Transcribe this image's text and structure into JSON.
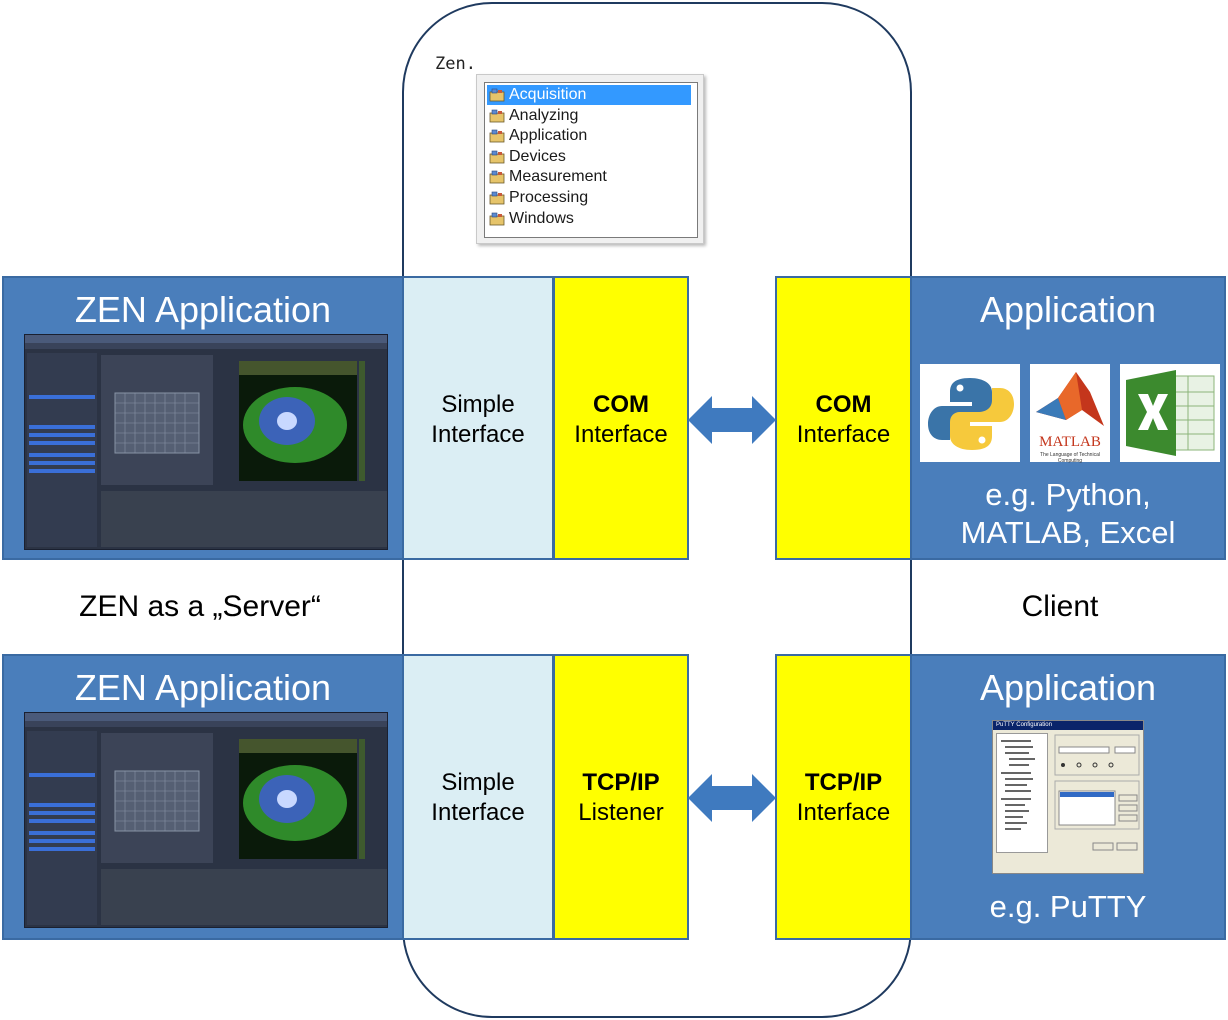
{
  "zen_dropdown": {
    "prefix": "Zen.",
    "items": [
      "Acquisition",
      "Analyzing",
      "Application",
      "Devices",
      "Measurement",
      "Processing",
      "Windows"
    ],
    "selected_index": 0
  },
  "top_row": {
    "server_title": "ZEN Application",
    "simple_interface": [
      "Simple",
      "Interface"
    ],
    "com_interface_server": [
      "COM",
      "Interface"
    ],
    "com_interface_client": [
      "COM",
      "Interface"
    ],
    "client_title": "Application",
    "logos": [
      "python-logo",
      "matlab-logo",
      "excel-logo"
    ],
    "matlab_logo_text": "MATLAB",
    "matlab_logo_tagline": "The Language of Technical Computing",
    "client_caption": [
      "e.g. Python,",
      "MATLAB, Excel"
    ]
  },
  "middle": {
    "server_label": "ZEN as a „Server“",
    "client_label": "Client"
  },
  "bottom_row": {
    "server_title": "ZEN Application",
    "simple_interface": [
      "Simple",
      "Interface"
    ],
    "tcp_listener": [
      "TCP/IP",
      "Listener"
    ],
    "tcp_interface": [
      "TCP/IP",
      "Interface"
    ],
    "client_title": "Application",
    "putty_window_title": "PuTTY Configuration",
    "client_caption": "e.g. PuTTY"
  },
  "colors": {
    "panel_blue": "#4a7ebb",
    "light_box": "#dbeef4",
    "yellow_box": "#ffff00",
    "arrow_blue": "#3f7abf",
    "selection_blue": "#3399ff"
  }
}
